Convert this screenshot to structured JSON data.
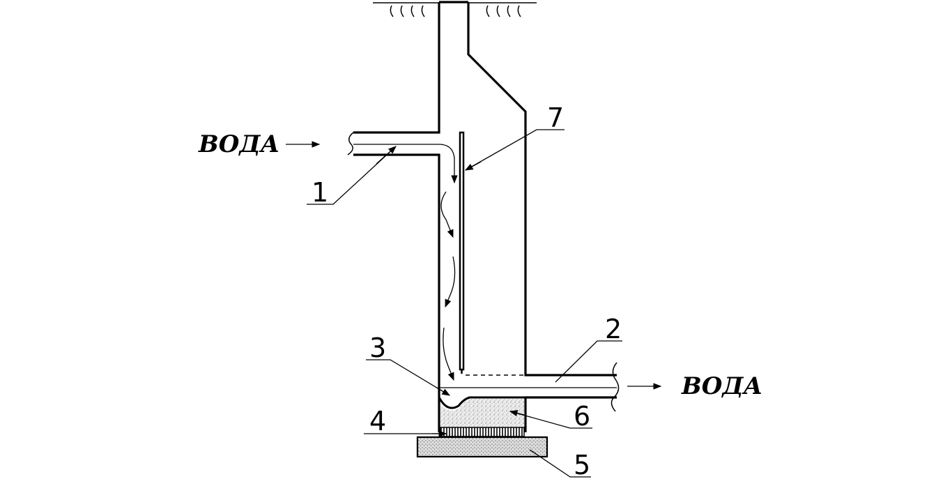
{
  "inlet_label": "ВОДА",
  "outlet_label": "ВОДА",
  "callouts": [
    {
      "id": "1",
      "text": "1"
    },
    {
      "id": "2",
      "text": "2"
    },
    {
      "id": "3",
      "text": "3"
    },
    {
      "id": "4",
      "text": "4"
    },
    {
      "id": "5",
      "text": "5"
    },
    {
      "id": "6",
      "text": "6"
    },
    {
      "id": "7",
      "text": "7"
    }
  ],
  "colors": {
    "line": "#000000",
    "background": "#ffffff",
    "fill_stipple": "#e6e6e6"
  }
}
